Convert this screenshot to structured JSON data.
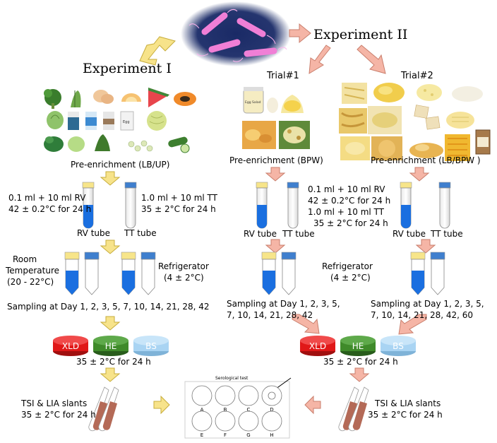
{
  "colors": {
    "arrow_fill": "#f7e38a",
    "arrow_stroke": "#c7ad3c",
    "arrow2_fill": "#f5b5a6",
    "arrow2_stroke": "#c97e6c",
    "rv_liquid": "#1a6fe0",
    "tube_cap_yellow": "#f7e58a",
    "tube_cap_blue": "#3f7fce",
    "xld": "#e01818",
    "he": "#3f8a2a",
    "bs": "#a9d4f3",
    "slant": "#b46a57"
  },
  "icons": [
    "bacteria-icon",
    "vegetables-icon",
    "food-sample-icon",
    "tube-icon",
    "plate-icon",
    "slant-icon",
    "well-plate-icon"
  ],
  "exp1": {
    "title": "Experiment I",
    "preenrich": "Pre-enrichment  (LB/UP)",
    "rv_line1": "0.1 ml + 10 ml RV",
    "rv_line2": "42 ± 0.2°C for 24 h",
    "tt_line1": "1.0 ml + 10 ml TT",
    "tt_line2": "35 ± 2°C for 24 h",
    "rv_tube": "RV tube",
    "tt_tube": "TT tube",
    "room1": "Room",
    "room2": "Temperature",
    "room3": "(20 - 22°C)",
    "fridge1": "Refrigerator",
    "fridge2": "(4 ± 2°C)",
    "sampling": "Sampling at Day 1, 2, 3, 5, 7, 10, 14, 21, 28, 42",
    "incub": "35 ± 2°C for 24 h",
    "slants1": "TSI & LIA slants",
    "slants2": "35 ± 2°C for 24 h"
  },
  "exp2": {
    "title": "Experiment II",
    "trial1": "Trial#1",
    "trial2": "Trial#2",
    "jar_label": "Egg Salad",
    "pre1": "Pre-enrichment  (BPW)",
    "pre2": "Pre-enrichment  (LB/BPW )",
    "mid1": "0.1 ml + 10 ml RV",
    "mid2": "42 ± 0.2°C for 24 h",
    "mid3": "1.0 ml + 10 ml TT",
    "mid4": "35 ± 2°C for 24 h",
    "rv_tube": "RV tube",
    "tt_tube": "TT tube",
    "fridge1": "Refrigerator",
    "fridge2": "(4 ± 2°C)",
    "samp1a": "Sampling at Day 1, 2, 3, 5,",
    "samp1b": "7, 10, 14, 21, 28, 42",
    "samp2a": "Sampling at Day 1, 2, 3, 5,",
    "samp2b": "7, 10, 14, 21, 28, 42, 60",
    "incub": "35 ± 2°C for 24 h",
    "slants1": "TSI & LIA slants",
    "slants2": "35 ± 2°C for 24 h"
  },
  "plates": {
    "xld": "XLD",
    "he": "HE",
    "bs": "BS"
  },
  "sero": {
    "title": "Serological test",
    "wells": [
      "A",
      "B",
      "C",
      "D",
      "E",
      "F",
      "G",
      "H"
    ]
  }
}
